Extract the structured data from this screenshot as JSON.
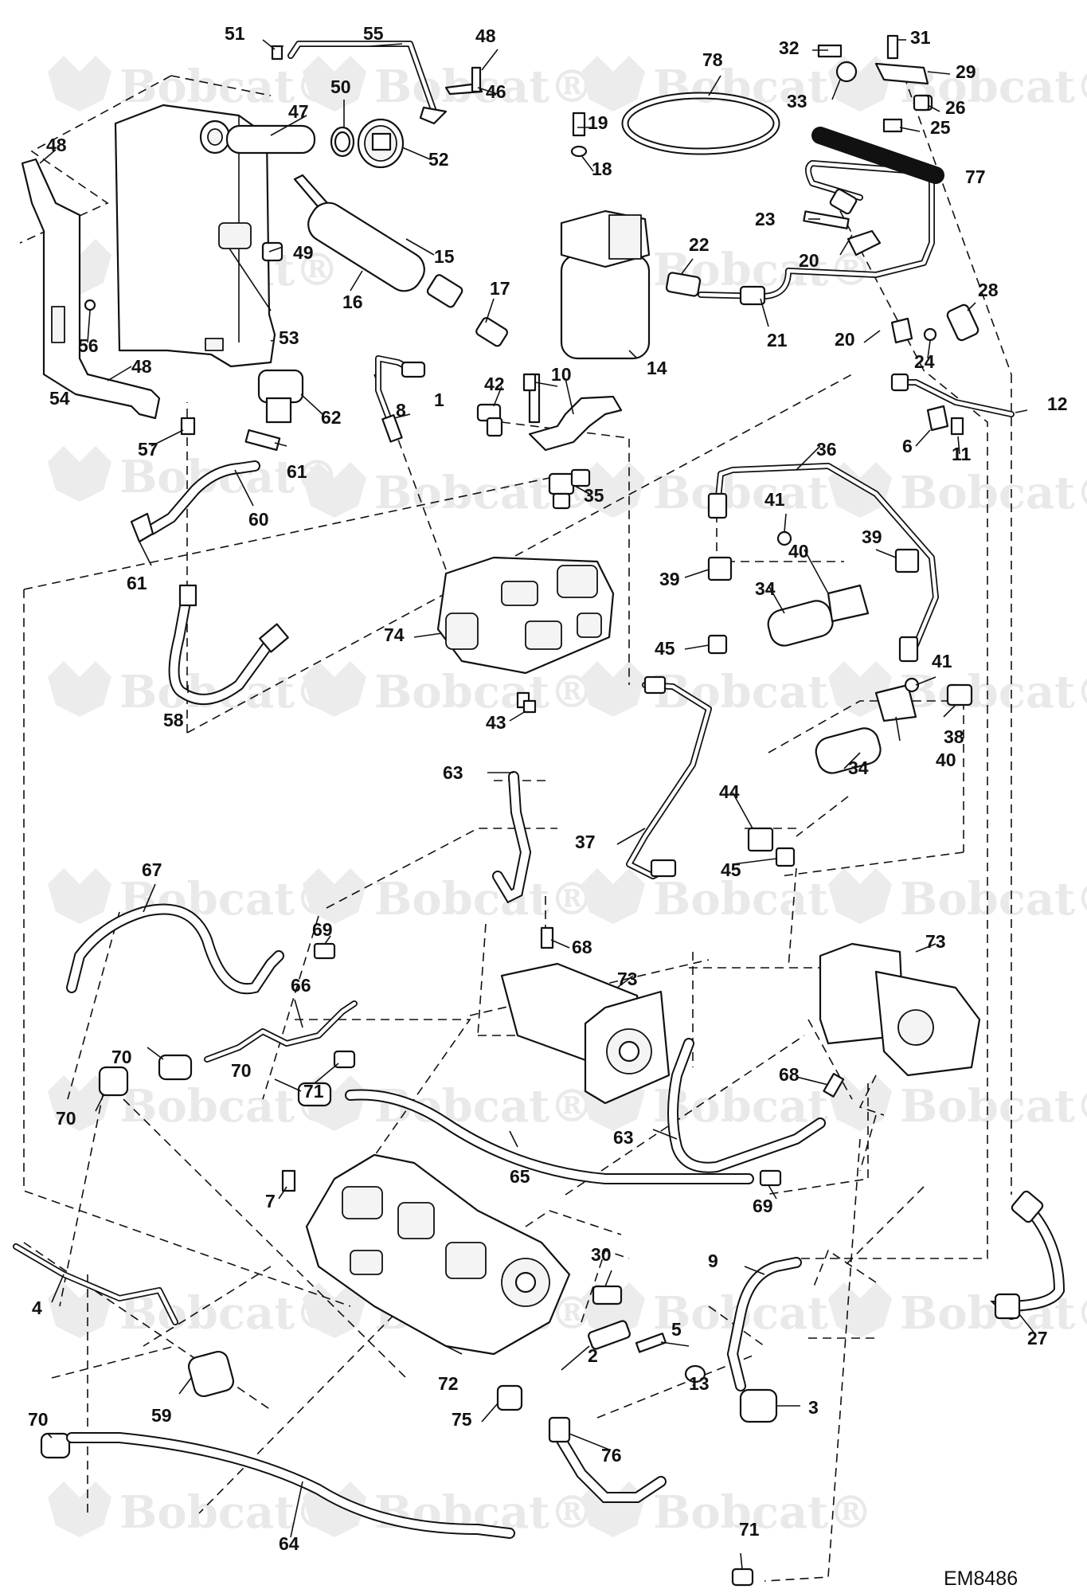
{
  "drawing_code": "EM8486",
  "watermark_text": "Bobcat",
  "watermark_mark": "®",
  "callouts": [
    "1",
    "2",
    "3",
    "4",
    "5",
    "6",
    "7",
    "8",
    "9",
    "10",
    "11",
    "12",
    "13",
    "14",
    "15",
    "16",
    "17",
    "18",
    "19",
    "20",
    "20",
    "21",
    "22",
    "23",
    "24",
    "25",
    "26",
    "27",
    "28",
    "29",
    "30",
    "31",
    "32",
    "33",
    "34",
    "34",
    "35",
    "36",
    "37",
    "38",
    "39",
    "39",
    "40",
    "40",
    "41",
    "41",
    "42",
    "43",
    "44",
    "45",
    "45",
    "46",
    "47",
    "48",
    "48",
    "48",
    "49",
    "50",
    "51",
    "52",
    "53",
    "54",
    "55",
    "56",
    "57",
    "58",
    "59",
    "60",
    "61",
    "61",
    "62",
    "63",
    "63",
    "64",
    "65",
    "66",
    "67",
    "68",
    "68",
    "69",
    "69",
    "70",
    "70",
    "70",
    "70",
    "71",
    "71",
    "72",
    "73",
    "73",
    "74",
    "75",
    "76",
    "77",
    "78"
  ]
}
